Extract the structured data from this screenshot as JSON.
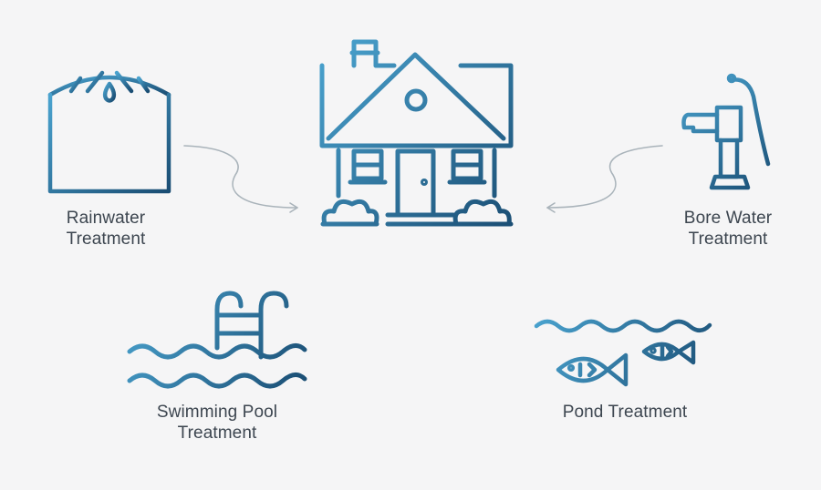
{
  "labels": {
    "rainwater": {
      "line1": "Rainwater",
      "line2": "Treatment"
    },
    "bore": {
      "line1": "Bore Water",
      "line2": "Treatment"
    },
    "pool": {
      "line1": "Swimming Pool",
      "line2": "Treatment"
    },
    "pond": {
      "line1": "Pond Treatment"
    }
  },
  "colors": {
    "background": "#f5f5f6",
    "gradient_start": "#4aa3cf",
    "gradient_end": "#1a4d73",
    "arrow": "#a9b3ba",
    "label_text": "#3d4650"
  },
  "icons": [
    "water-tank-icon",
    "house-icon",
    "water-pump-icon",
    "swimming-pool-icon",
    "fish-pond-icon"
  ]
}
